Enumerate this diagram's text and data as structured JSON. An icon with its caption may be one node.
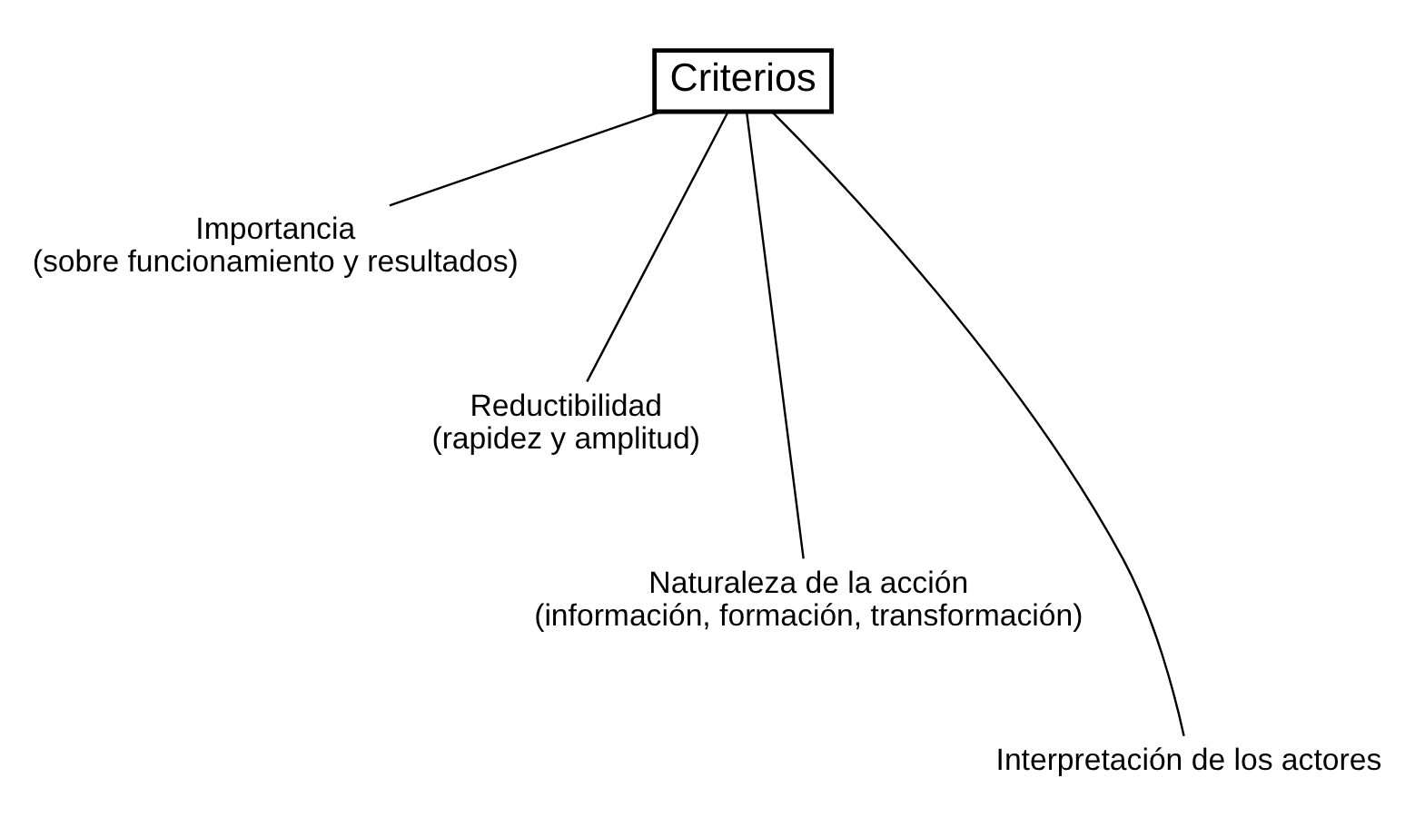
{
  "diagram": {
    "nodes": [
      {
        "text": [
          "Criterios"
        ]
      },
      {
        "text": [
          "Importancia",
          "(sobre funcionamiento y resultados)"
        ]
      },
      {
        "text": [
          "Reductibilidad",
          "(rapidez y amplitud)"
        ]
      },
      {
        "text": [
          "Naturaleza de la acción",
          "(información, formación, transformación)"
        ]
      },
      {
        "text": [
          "Interpretación de los actores"
        ]
      }
    ],
    "edges": [
      {
        "from": 0,
        "to": 1,
        "arrow": "none"
      },
      {
        "from": 0,
        "to": 2,
        "arrow": "none"
      },
      {
        "from": 0,
        "to": 3,
        "arrow": "none"
      },
      {
        "from": 0,
        "to": 4,
        "arrow": "none"
      }
    ]
  }
}
